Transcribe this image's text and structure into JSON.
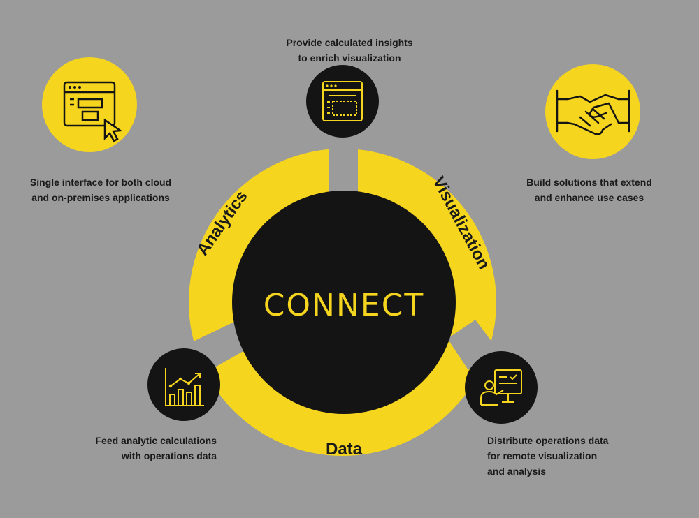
{
  "center": {
    "label": "CONNECT"
  },
  "segments": [
    {
      "label": "Analytics"
    },
    {
      "label": "Visualization"
    },
    {
      "label": "Data"
    }
  ],
  "captions": {
    "top": "Provide calculated insights\nto enrich visualization",
    "left": "Single interface for both cloud\nand on-premises applications",
    "right": "Build solutions that extend\nand enhance use cases",
    "bottom_left": "Feed analytic calculations\nwith operations data",
    "bottom_right": "Distribute operations data\nfor remote visualization\n and analysis"
  },
  "icons": {
    "top_node": "dashboard-window-icon",
    "bottom_left_node": "bar-chart-growth-icon",
    "bottom_right_node": "presenter-board-icon",
    "left_feature": "browser-cursor-icon",
    "right_feature": "handshake-icon"
  },
  "colors": {
    "background": "#9b9b9b",
    "accent": "#f5d51e",
    "dark": "#141414"
  }
}
